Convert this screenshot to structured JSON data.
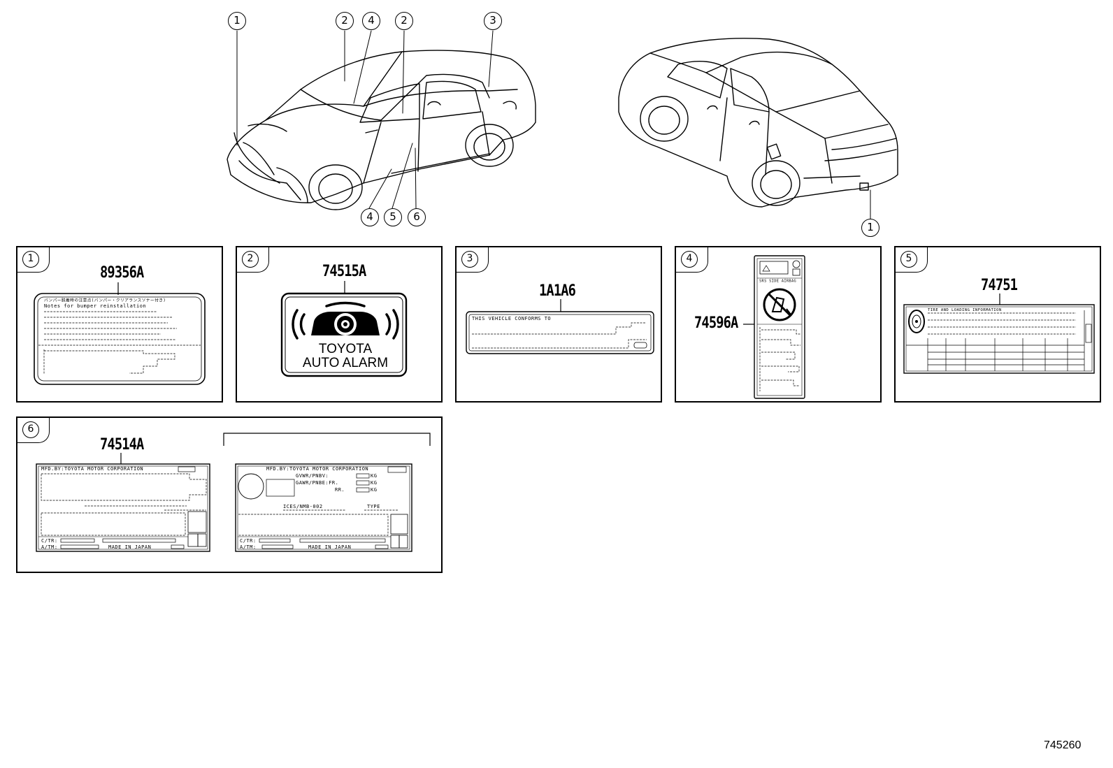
{
  "figure_number": "745260",
  "callouts_front": [
    "1",
    "2",
    "4",
    "2",
    "3",
    "4",
    "5",
    "6"
  ],
  "callouts_rear": [
    "1"
  ],
  "panels": [
    {
      "num": "1",
      "part": "89356A",
      "label_lines": [
        "バンパー脱着時の注意点(バンパー・クリアランスソナー付き)",
        "Notes for bumper reinstallation"
      ]
    },
    {
      "num": "2",
      "part": "74515A",
      "label_lines": [
        "TOYOTA",
        "AUTO ALARM"
      ]
    },
    {
      "num": "3",
      "part": "1A1A6",
      "label_lines": [
        "THIS VEHICLE CONFORMS TO"
      ]
    },
    {
      "num": "4",
      "part": "74596A",
      "label_lines": [
        "SRS SIDE AIRBAG"
      ]
    },
    {
      "num": "5",
      "part": "74751",
      "label_lines": [
        "TIRE AND LOADING INFORMATION"
      ]
    },
    {
      "num": "6",
      "part": "74514A",
      "label_lines": [
        "MFD.BY:TOYOTA MOTOR CORPORATION",
        "C/TR:",
        "A/TM:",
        "MADE IN JAPAN",
        "GVWR/PNBV:",
        "GAWR/PNBE:FR.",
        "RR.",
        "KG",
        "ICES/NMB-002",
        "TYPE"
      ]
    }
  ]
}
